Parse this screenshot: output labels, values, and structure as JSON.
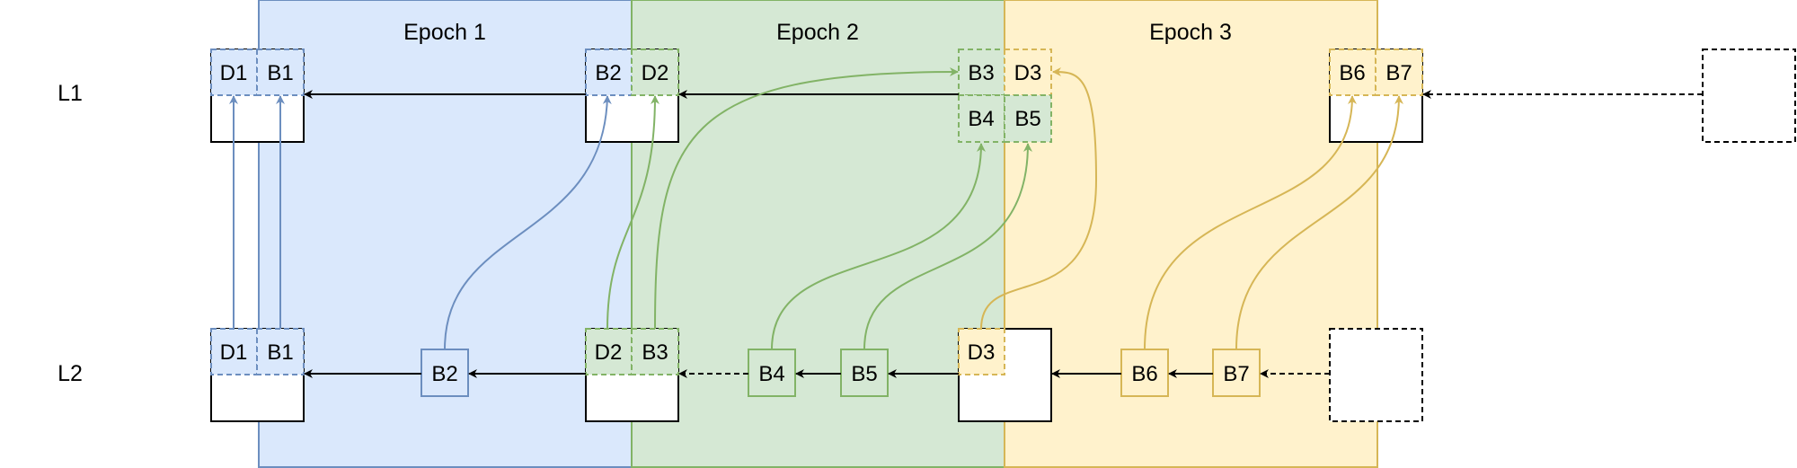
{
  "epochs": [
    {
      "label": "Epoch 1",
      "fill": "#dae8fc",
      "stroke": "#6c8ebf"
    },
    {
      "label": "Epoch 2",
      "fill": "#d5e8d4",
      "stroke": "#82b366"
    },
    {
      "label": "Epoch 3",
      "fill": "#fff2cc",
      "stroke": "#d6b656"
    }
  ],
  "layers": {
    "l1": "L1",
    "l2": "L2"
  },
  "blocks": {
    "d1_l1": "D1",
    "b1_l1": "B1",
    "b2_l1": "B2",
    "d2_l1": "D2",
    "b3_l1": "B3",
    "d3_l1": "D3",
    "b4_l1": "B4",
    "b5_l1": "B5",
    "b6_l1": "B6",
    "b7_l1": "B7",
    "d1_l2": "D1",
    "b1_l2": "B1",
    "b2_l2": "B2",
    "d2_l2": "D2",
    "b3_l2": "B3",
    "b4_l2": "B4",
    "b5_l2": "B5",
    "d3_l2": "D3",
    "b6_l2": "B6",
    "b7_l2": "B7"
  },
  "colors": {
    "blue": "#6c8ebf",
    "green": "#82b366",
    "yellow": "#d6b656",
    "black": "#000000"
  }
}
